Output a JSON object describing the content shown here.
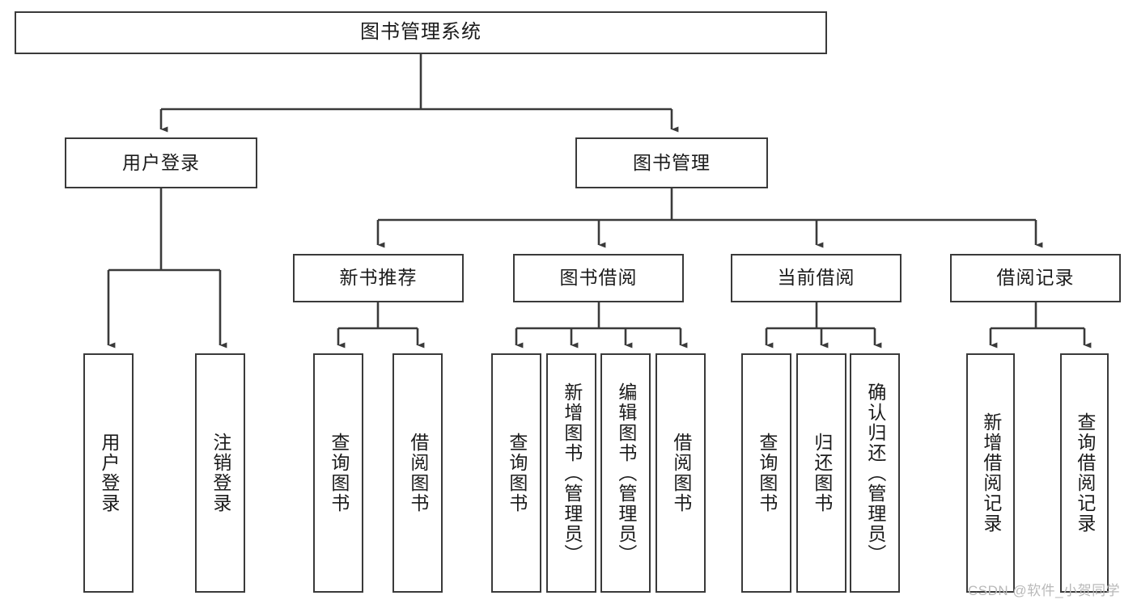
{
  "diagram": {
    "title": "图书管理系统",
    "type": "tree-hierarchy-chart",
    "orientation": "top-down",
    "colors": {
      "box_border": "#3a3a3a",
      "box_fill": "#ffffff",
      "edge": "#3a3a3a",
      "text": "#1b1b1b",
      "watermark": "#b9b9b9",
      "background": "#ffffff"
    },
    "root": {
      "label": "图书管理系统"
    },
    "level2": [
      {
        "id": "user-login",
        "label": "用户登录"
      },
      {
        "id": "book-manage",
        "label": "图书管理"
      }
    ],
    "level3": [
      {
        "id": "new-book-recommend",
        "label": "新书推荐",
        "parent": "book-manage"
      },
      {
        "id": "book-borrow",
        "label": "图书借阅",
        "parent": "book-manage"
      },
      {
        "id": "current-borrow",
        "label": "当前借阅",
        "parent": "book-manage"
      },
      {
        "id": "borrow-record",
        "label": "借阅记录",
        "parent": "book-manage"
      }
    ],
    "leaves": [
      {
        "id": "leaf-user-login",
        "label": "用户登录",
        "parent": "user-login"
      },
      {
        "id": "leaf-user-logout",
        "label": "注销登录",
        "parent": "user-login"
      },
      {
        "id": "leaf-query-book-rec",
        "label": "查询图书",
        "parent": "new-book-recommend"
      },
      {
        "id": "leaf-borrow-book-rec",
        "label": "借阅图书",
        "parent": "new-book-recommend"
      },
      {
        "id": "leaf-query-book-borrow",
        "label": "查询图书",
        "parent": "book-borrow"
      },
      {
        "id": "leaf-add-book",
        "label": "新增图书（管理员）",
        "parent": "book-borrow"
      },
      {
        "id": "leaf-edit-book",
        "label": "编辑图书（管理员）",
        "parent": "book-borrow"
      },
      {
        "id": "leaf-borrow-book",
        "label": "借阅图书",
        "parent": "book-borrow"
      },
      {
        "id": "leaf-query-book-current",
        "label": "查询图书",
        "parent": "current-borrow"
      },
      {
        "id": "leaf-return-book",
        "label": "归还图书",
        "parent": "current-borrow"
      },
      {
        "id": "leaf-confirm-return",
        "label": "确认归还（管理员）",
        "parent": "current-borrow"
      },
      {
        "id": "leaf-add-record",
        "label": "新增借阅记录",
        "parent": "borrow-record"
      },
      {
        "id": "leaf-query-record",
        "label": "查询借阅记录",
        "parent": "borrow-record"
      }
    ],
    "watermark": "CSDN @软件_小贺同学"
  }
}
